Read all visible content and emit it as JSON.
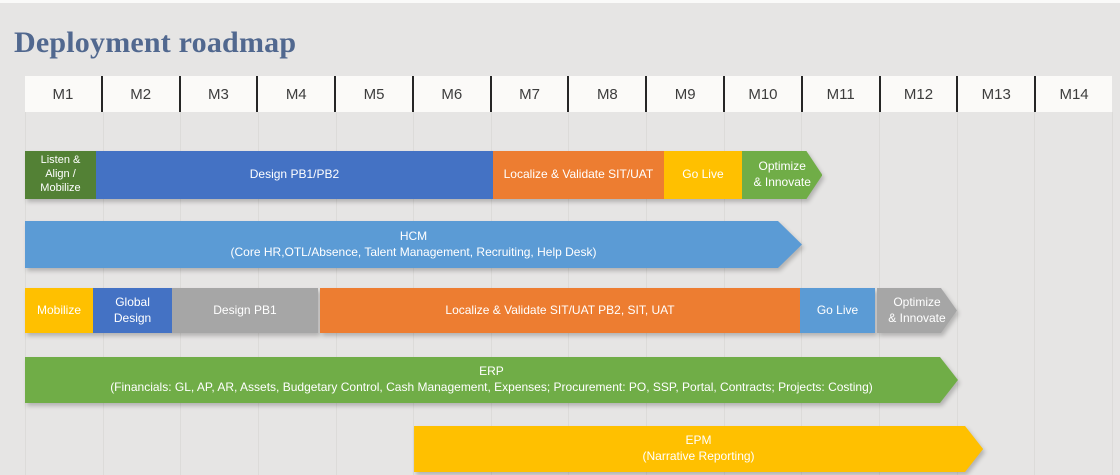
{
  "slide": {
    "title": "Deployment roadmap"
  },
  "timeline": {
    "months": [
      "M1",
      "M2",
      "M3",
      "M4",
      "M5",
      "M6",
      "M7",
      "M8",
      "M9",
      "M10",
      "M11",
      "M12",
      "M13",
      "M14"
    ]
  },
  "rows": [
    {
      "name": "hcm-phases",
      "segments": [
        {
          "label": [
            "Listen &",
            "Align /",
            "Mobilize"
          ],
          "start": "M1",
          "end": "M1",
          "color": "#538135",
          "shape": "rect"
        },
        {
          "label": "Design PB1/PB2",
          "start": "M2",
          "end": "M6",
          "color": "#4472C4",
          "shape": "rect"
        },
        {
          "label": "Localize & Validate SIT/UAT",
          "start": "M7",
          "end": "M8",
          "color": "#ED7D31",
          "shape": "rect"
        },
        {
          "label": "Go Live",
          "start": "M9",
          "end": "M9",
          "color": "#FFC000",
          "shape": "rect"
        },
        {
          "label": [
            "Optimize",
            "& Innovate"
          ],
          "start": "M10",
          "end": "M10",
          "color": "#70AD47",
          "shape": "arrow"
        }
      ]
    },
    {
      "name": "hcm-scope",
      "segments": [
        {
          "label": [
            "HCM",
            "(Core HR,OTL/Absence, Talent Management, Recruiting, Help Desk)"
          ],
          "start": "M1",
          "end": "M10",
          "color": "#5B9BD5",
          "shape": "arrow"
        }
      ]
    },
    {
      "name": "erp-phases",
      "segments": [
        {
          "label": "Mobilize",
          "start": "M1",
          "end": "M1",
          "color": "#FFC000",
          "shape": "rect"
        },
        {
          "label": "Global Design",
          "start": "M2",
          "end": "M2",
          "color": "#4472C4",
          "shape": "rect"
        },
        {
          "label": "Design PB1",
          "start": "M3",
          "end": "M4",
          "color": "#A6A6A6",
          "shape": "rect"
        },
        {
          "label": "Localize & Validate SIT/UAT PB2, SIT, UAT",
          "start": "M5",
          "end": "M10",
          "color": "#ED7D31",
          "shape": "rect"
        },
        {
          "label": "Go Live",
          "start": "M11",
          "end": "M11",
          "color": "#5B9BD5",
          "shape": "rect"
        },
        {
          "label": [
            "Optimize",
            "& Innovate"
          ],
          "start": "M12",
          "end": "M12",
          "color": "#A6A6A6",
          "shape": "arrow"
        }
      ]
    },
    {
      "name": "erp-scope",
      "segments": [
        {
          "label": [
            "ERP",
            "(Financials: GL, AP, AR, Assets, Budgetary Control, Cash Management, Expenses;  Procurement: PO, SSP, Portal, Contracts; Projects: Costing)"
          ],
          "start": "M1",
          "end": "M12",
          "color": "#70AD47",
          "shape": "arrow"
        }
      ]
    },
    {
      "name": "epm-scope",
      "segments": [
        {
          "label": [
            "EPM",
            "(Narrative Reporting)"
          ],
          "start": "M6",
          "end": "M12",
          "color": "#FFC000",
          "shape": "arrow"
        }
      ]
    }
  ],
  "palette": {
    "dark_green": "#538135",
    "blue": "#4472C4",
    "orange": "#ED7D31",
    "gold": "#FFC000",
    "green": "#70AD47",
    "light_blue": "#5B9BD5",
    "gray": "#A6A6A6",
    "background": "#E6E5E4",
    "header_background": "#FBFAF8",
    "title_text": "#51688F"
  }
}
